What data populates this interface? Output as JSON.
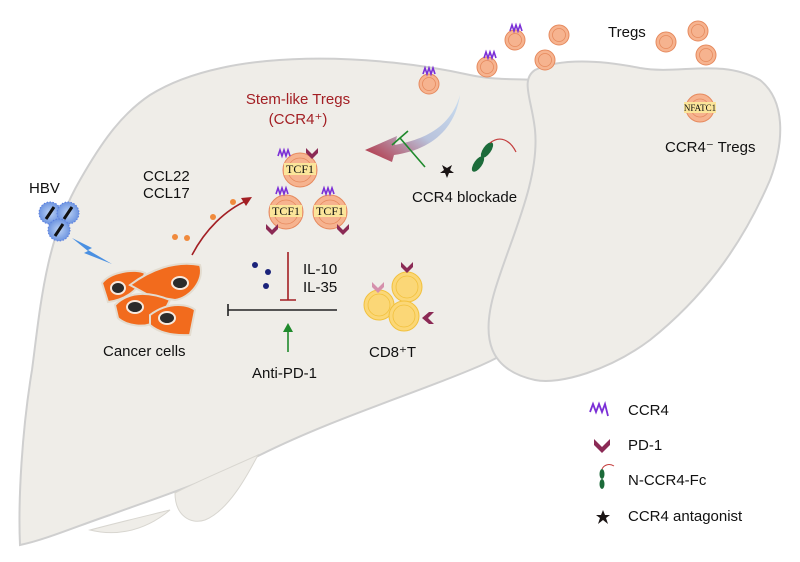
{
  "diagram": {
    "labels": {
      "tregs": "Tregs",
      "stem_like_tregs": "Stem-like Tregs",
      "stem_like_tregs_sub": "(CCR4⁺)",
      "ccr4_neg_tregs": "CCR4⁻ Tregs",
      "nfatc1": "NFATC1",
      "tcf1": "TCF1",
      "hbv": "HBV",
      "ccl22": "CCL22",
      "ccl17": "CCL17",
      "cancer_cells": "Cancer cells",
      "il10": "IL-10",
      "il35": "IL-35",
      "cd8t": "CD8⁺T",
      "anti_pd1": "Anti-PD-1",
      "ccr4_blockade": "CCR4 blockade"
    },
    "legend": [
      {
        "icon": "ccr4-receptor-icon",
        "label": "CCR4"
      },
      {
        "icon": "pd1-receptor-icon",
        "label": "PD-1"
      },
      {
        "icon": "n-ccr4-fc-icon",
        "label": "N-CCR4-Fc"
      },
      {
        "icon": "star-icon",
        "label": "CCR4 antagonist"
      }
    ],
    "colors": {
      "liver_fill": "#efede8",
      "liver_stroke": "#cfcfcf",
      "treg_fill": "#f6b38f",
      "cancer": "#f26b1d",
      "stem_label": "#a31f24",
      "inhibit_green": "#1f8a2c",
      "ccr4_purple": "#7b2fd6",
      "pd1": "#8b2a55"
    }
  }
}
